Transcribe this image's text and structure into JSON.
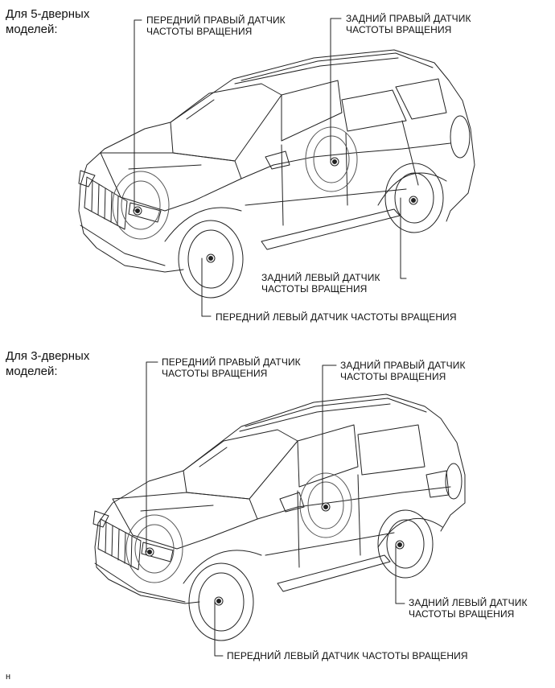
{
  "diagram": {
    "five_door": {
      "heading": "Для 5-дверных\nмоделей:",
      "labels": {
        "front_right": "ПЕРЕДНИЙ ПРАВЫЙ ДАТЧИК\nЧАСТОТЫ ВРАЩЕНИЯ",
        "rear_right": "ЗАДНИЙ ПРАВЫЙ ДАТЧИК\nЧАСТОТЫ ВРАЩЕНИЯ",
        "rear_left": "ЗАДНИЙ ЛЕВЫЙ ДАТЧИК\nЧАСТОТЫ ВРАЩЕНИЯ",
        "front_left": "ПЕРЕДНИЙ ЛЕВЫЙ ДАТЧИК ЧАСТОТЫ ВРАЩЕНИЯ"
      }
    },
    "three_door": {
      "heading": "Для 3-дверных\nмоделей:",
      "labels": {
        "front_right": "ПЕРЕДНИЙ ПРАВЫЙ ДАТЧИК\nЧАСТОТЫ ВРАЩЕНИЯ",
        "rear_right": "ЗАДНИЙ ПРАВЫЙ ДАТЧИК\nЧАСТОТЫ ВРАЩЕНИЯ",
        "rear_left": "ЗАДНИЙ ЛЕВЫЙ ДАТЧИК\nЧАСТОТЫ ВРАЩЕНИЯ",
        "front_left": "ПЕРЕДНИЙ ЛЕВЫЙ ДАТЧИК ЧАСТОТЫ ВРАЩЕНИЯ"
      }
    },
    "footer_mark": "н"
  }
}
